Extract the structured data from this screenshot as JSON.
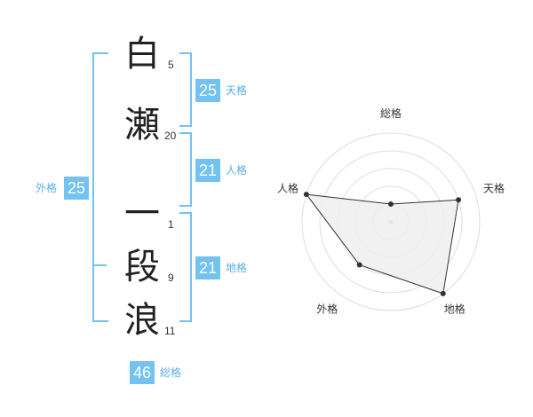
{
  "name": {
    "chars": [
      {
        "char": "白",
        "strokes": "5"
      },
      {
        "char": "瀬",
        "strokes": "20"
      },
      {
        "char": "一",
        "strokes": "1"
      },
      {
        "char": "段",
        "strokes": "9"
      },
      {
        "char": "浪",
        "strokes": "11"
      }
    ]
  },
  "fortunes": {
    "tenkaku": {
      "value": "25",
      "label": "天格"
    },
    "jinkaku": {
      "value": "21",
      "label": "人格"
    },
    "chikaku": {
      "value": "21",
      "label": "地格"
    },
    "gaikaku": {
      "value": "25",
      "label": "外格"
    },
    "soukaku": {
      "value": "46",
      "label": "総格"
    }
  },
  "colors": {
    "accent": "#73c2f2",
    "label": "#5aaee8"
  },
  "chart_data": {
    "type": "radar",
    "axes": [
      "総格",
      "天格",
      "地格",
      "外格",
      "人格"
    ],
    "values": [
      1,
      4,
      5,
      3,
      5
    ],
    "range": [
      0,
      5
    ],
    "rings": 5
  }
}
